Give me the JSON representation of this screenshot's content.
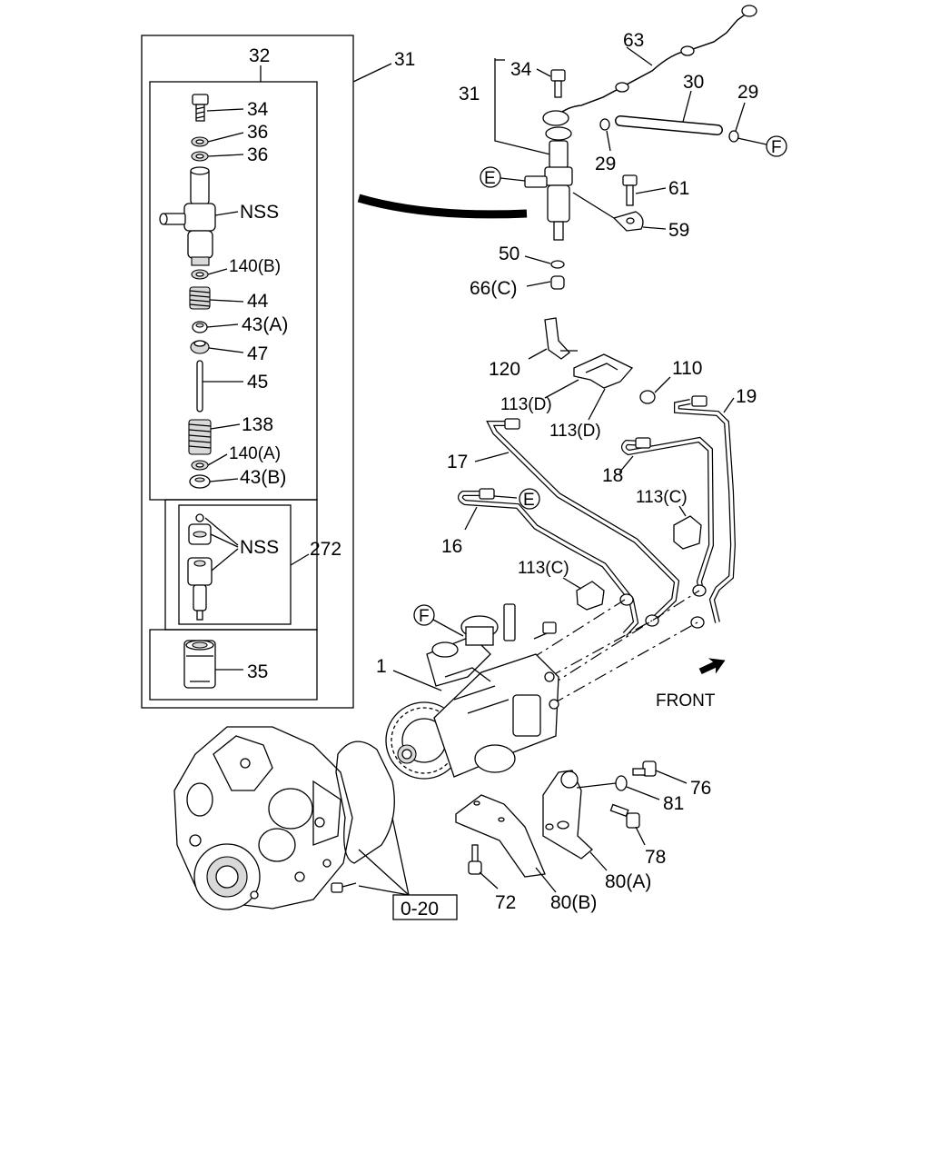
{
  "callouts": {
    "c31_box": "31",
    "c32": "32",
    "c34_left": "34",
    "c36_a": "36",
    "c36_b": "36",
    "nss_top": "NSS",
    "c140b": "140(B)",
    "c44": "44",
    "c43a": "43(A)",
    "c47": "47",
    "c45": "45",
    "c138": "138",
    "c140a": "140(A)",
    "c43b": "43(B)",
    "nss_mid": "NSS",
    "c272": "272",
    "c35": "35",
    "c63": "63",
    "c34_right": "34",
    "c31_right": "31",
    "c30": "30",
    "c29_right": "29",
    "c29_mid": "29",
    "c61": "61",
    "c59": "59",
    "c50": "50",
    "c66c": "66(C)",
    "c120": "120",
    "c110": "110",
    "c113d_a": "113(D)",
    "c113d_b": "113(D)",
    "c19": "19",
    "c17": "17",
    "c18": "18",
    "c113c_a": "113(C)",
    "c16": "16",
    "c113c_b": "113(C)",
    "c1": "1",
    "c76": "76",
    "c81": "81",
    "c78": "78",
    "c80a": "80(A)",
    "c80b": "80(B)",
    "c72": "72",
    "ref_0_20": "0-20",
    "front": "FRONT"
  },
  "connectors": {
    "E": "E",
    "F": "F"
  }
}
